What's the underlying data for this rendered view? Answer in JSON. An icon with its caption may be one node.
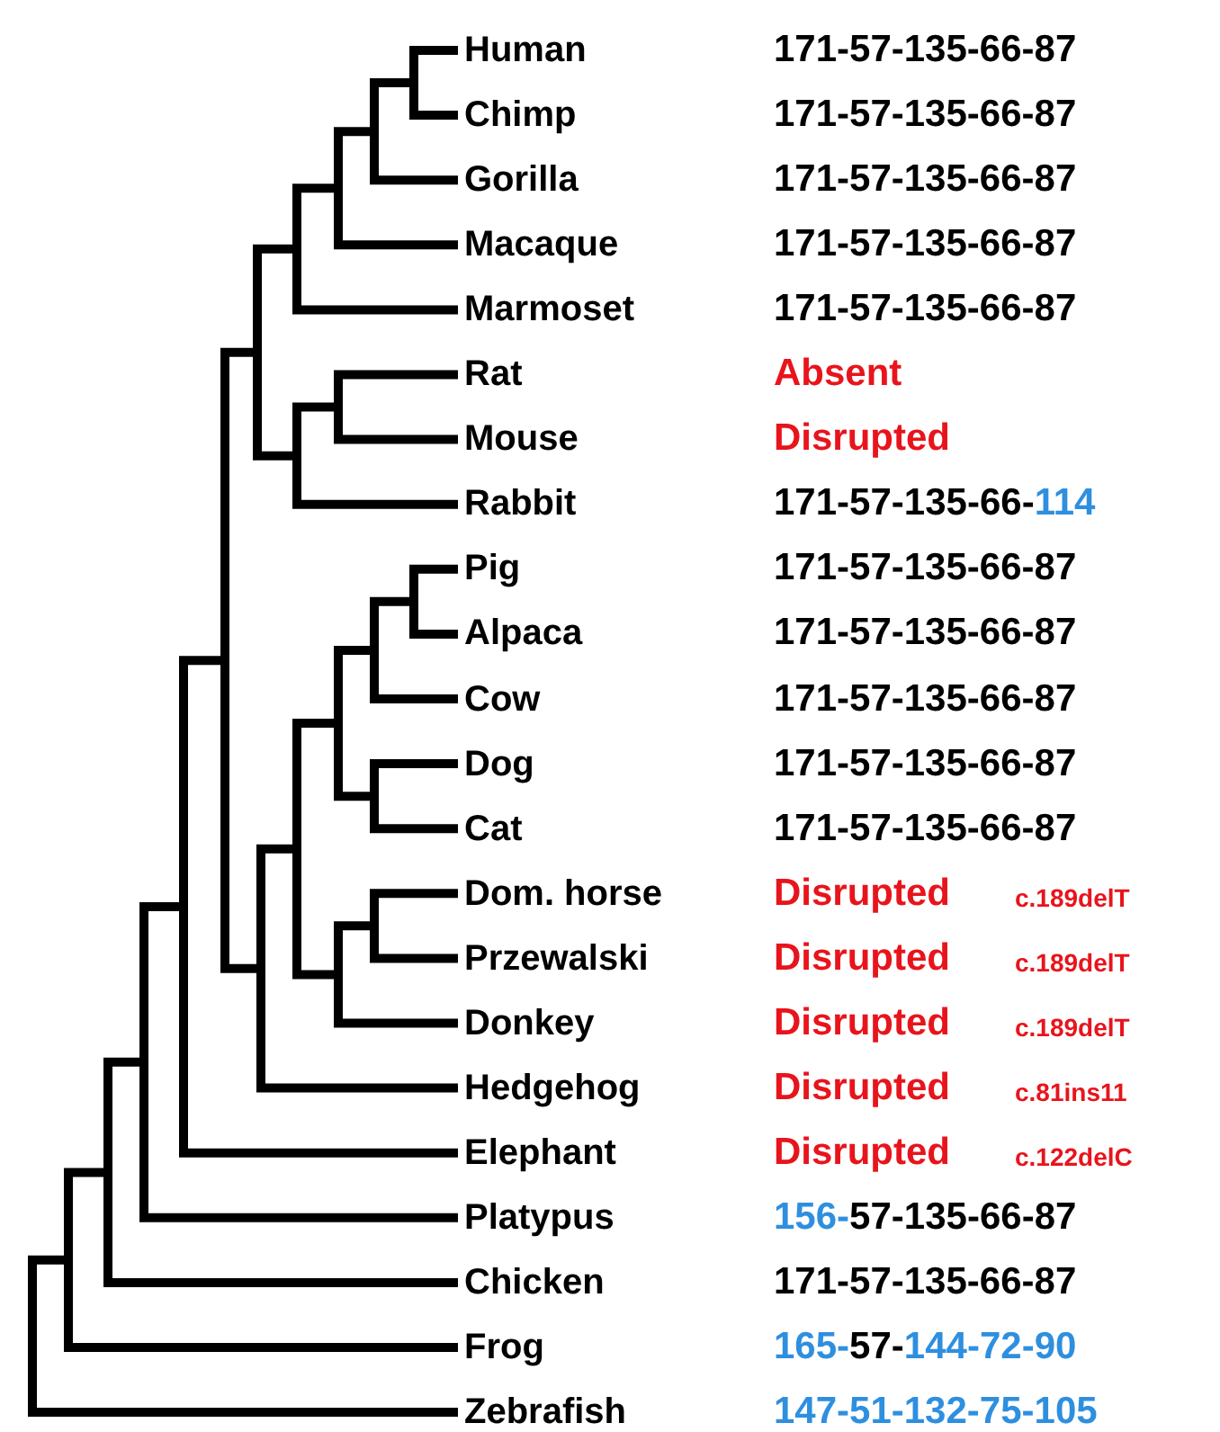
{
  "diagram": {
    "labels": [
      "Human",
      "171-57-135-66-87",
      "Chimp",
      "171-57-135-66-87",
      "Gorilla",
      "171-57-135-66-87",
      "Macaque",
      "171-57-135-66-87",
      "Marmoset",
      "171-57-135-66-87",
      "Rat",
      "Absent",
      "Mouse",
      "Disrupted",
      "Rabbit",
      "171-57-135-66-114",
      "Pig",
      "171-57-135-66-87",
      "Alpaca",
      "171-57-135-66-87",
      "Cow",
      "171-57-135-66-87",
      "Dog",
      "171-57-135-66-87",
      "Cat",
      "171-57-135-66-87",
      "Dom. horse",
      "Disrupted",
      "c.189delT",
      "Przewalski",
      "Disrupted",
      "c.189delT",
      "Donkey",
      "Disrupted",
      "c.189delT",
      "Hedgehog",
      "Disrupted",
      "c.81ins11",
      "Elephant",
      "Disrupted",
      "c.122delC",
      "Platypus",
      "156-57-135-66-87",
      "Chicken",
      "171-57-135-66-87",
      "Frog",
      "165-57-144-72-90",
      "Zebrafish",
      "147-51-132-75-105"
    ]
  }
}
